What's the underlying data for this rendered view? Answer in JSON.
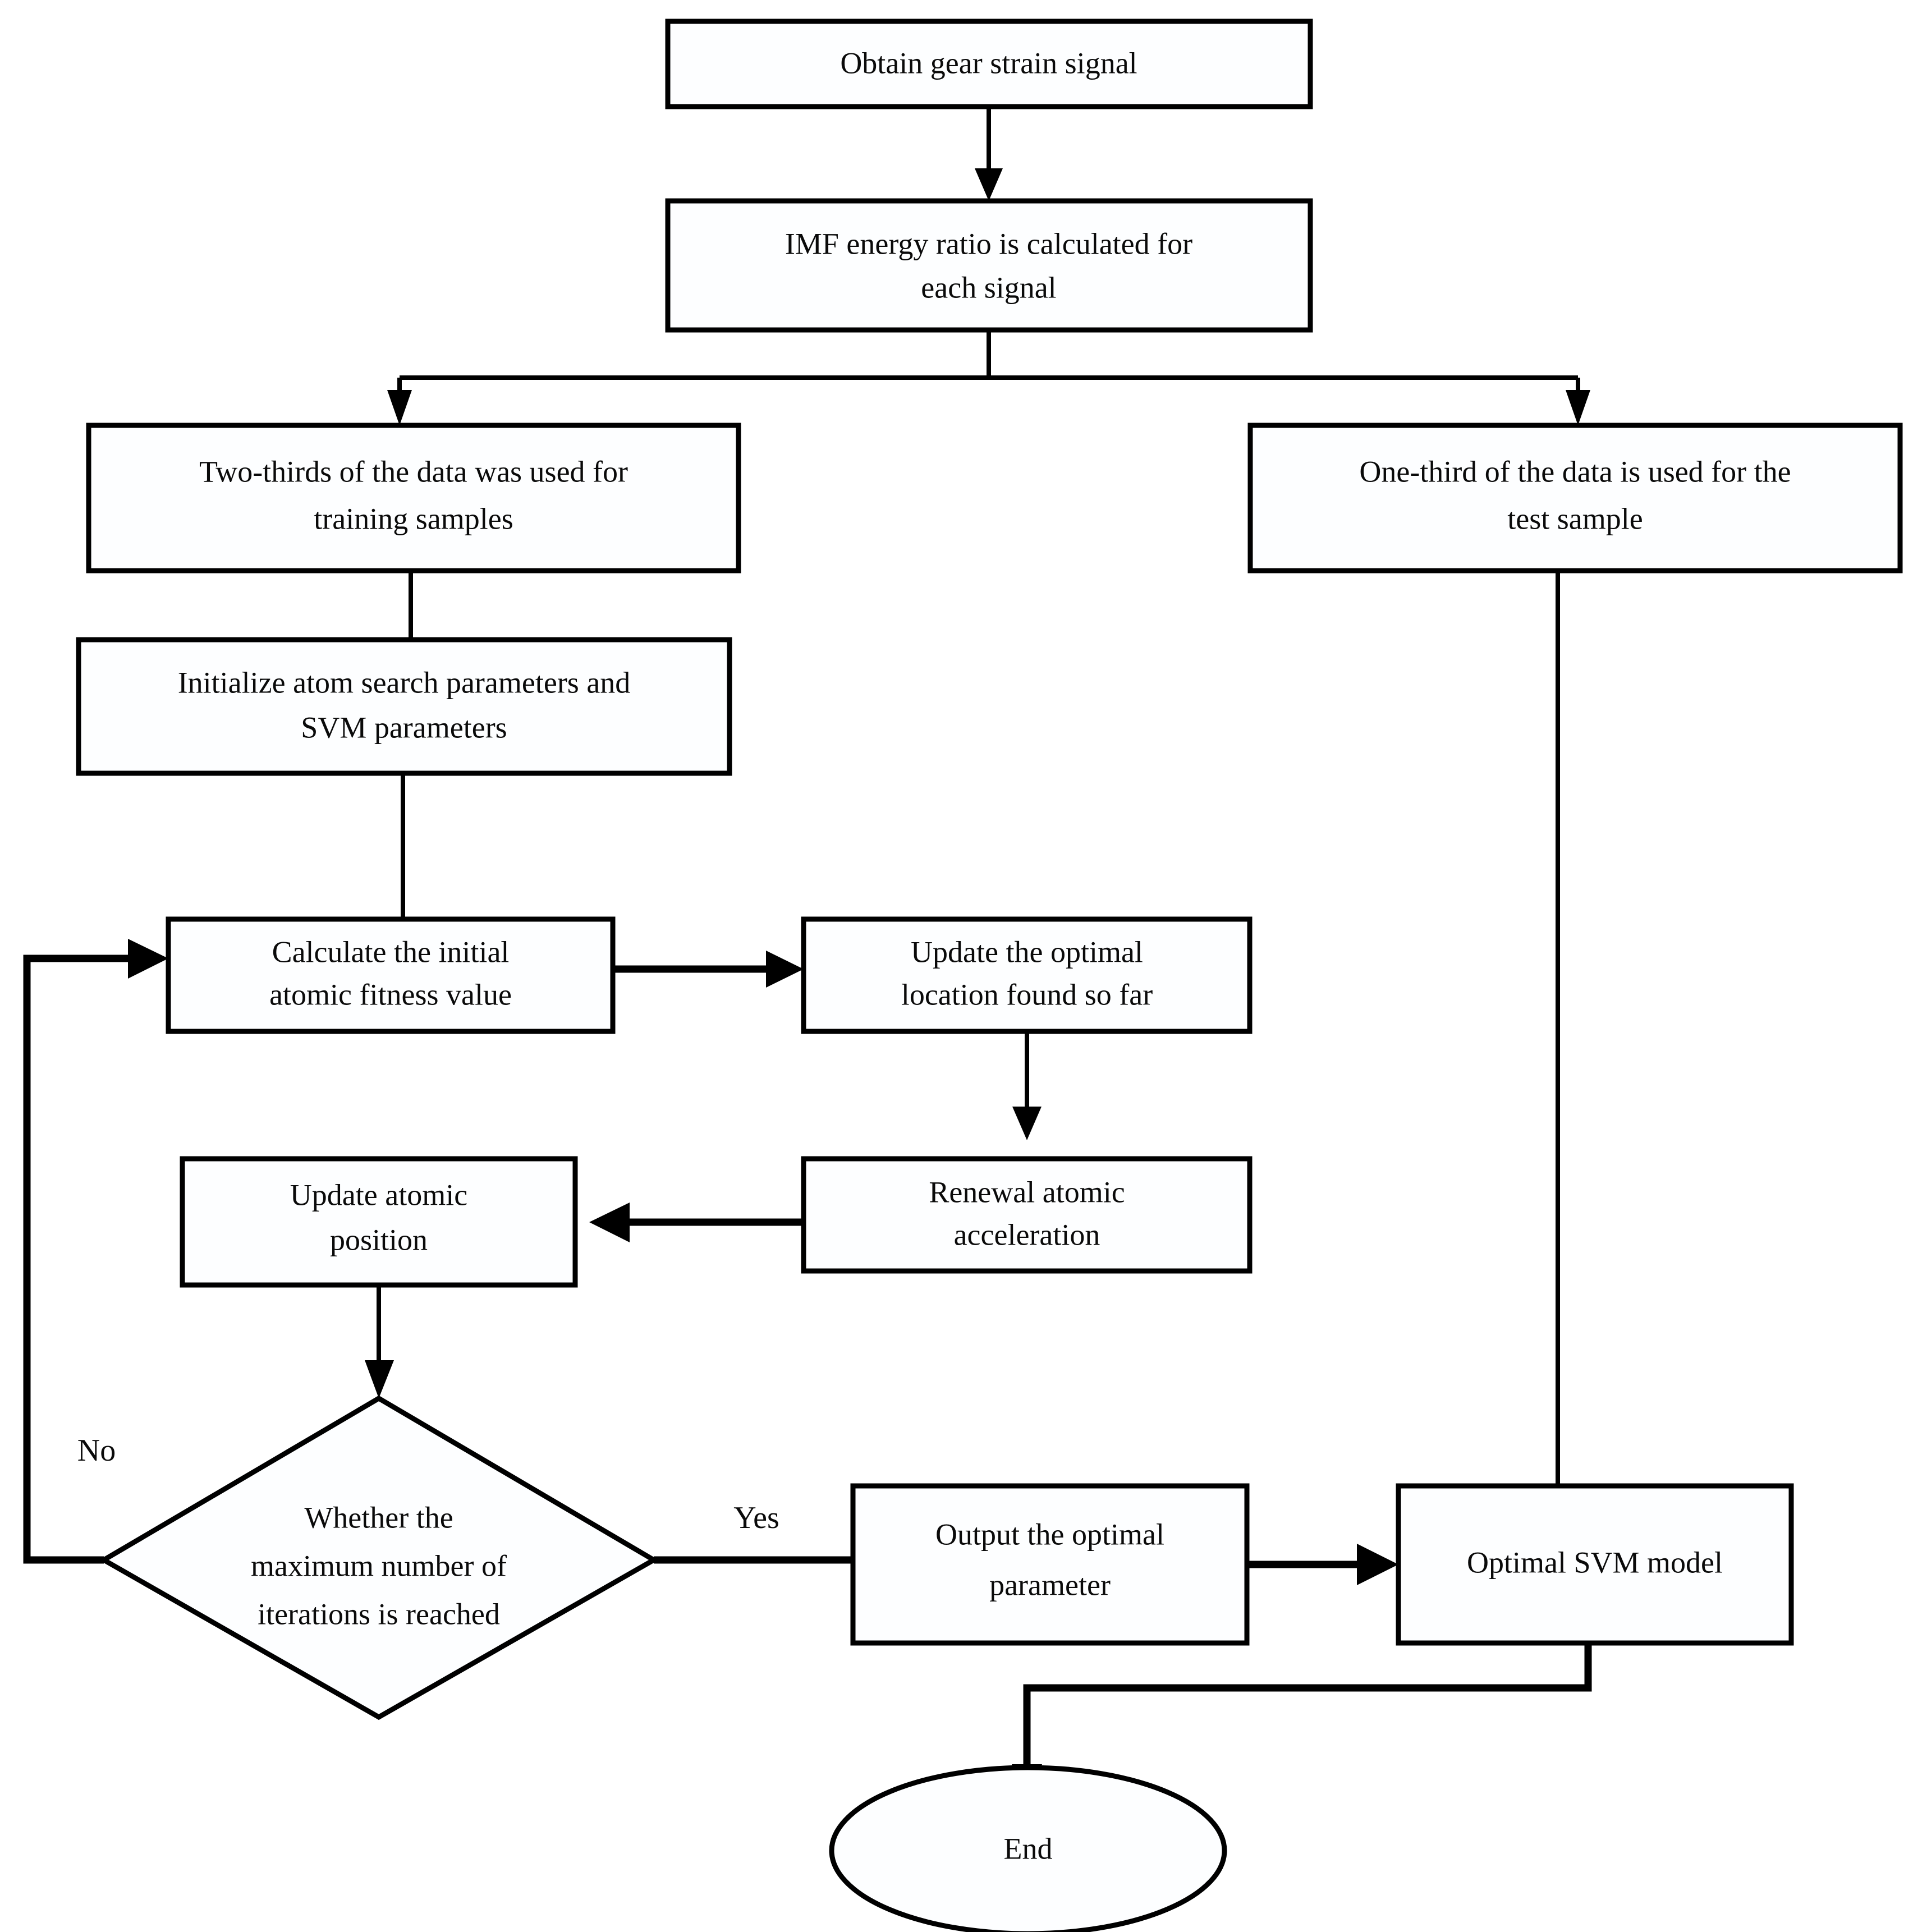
{
  "diagram": {
    "type": "flowchart",
    "title": "Atom search optimization SVM gear fault diagnosis flowchart",
    "colors": {
      "node_fill": "#fdfeff",
      "node_stroke": "#000000",
      "background": "#ffffff",
      "text": "#0a0a0a"
    },
    "nodes": [
      {
        "id": "obtain-signal",
        "shape": "rectangle",
        "lines": [
          "Obtain gear strain signal"
        ]
      },
      {
        "id": "imf-energy-ratio",
        "shape": "rectangle",
        "lines": [
          "IMF energy ratio is calculated for",
          "each signal"
        ]
      },
      {
        "id": "training-samples",
        "shape": "rectangle",
        "lines": [
          "Two-thirds of the data was used for",
          "training samples"
        ]
      },
      {
        "id": "test-sample",
        "shape": "rectangle",
        "lines": [
          "One-third of the data is used for the",
          "test sample"
        ]
      },
      {
        "id": "initialize-params",
        "shape": "rectangle",
        "lines": [
          "Initialize atom search parameters and",
          "SVM parameters"
        ]
      },
      {
        "id": "initial-fitness",
        "shape": "rectangle",
        "lines": [
          "Calculate the initial",
          "atomic fitness value"
        ]
      },
      {
        "id": "update-optimal-location",
        "shape": "rectangle",
        "lines": [
          "Update the optimal",
          "location found so far"
        ]
      },
      {
        "id": "renewal-acceleration",
        "shape": "rectangle",
        "lines": [
          "Renewal atomic",
          "acceleration"
        ]
      },
      {
        "id": "update-position",
        "shape": "rectangle",
        "lines": [
          "Update atomic",
          "position"
        ]
      },
      {
        "id": "max-iterations-decision",
        "shape": "diamond",
        "lines": [
          "Whether the",
          "maximum number of",
          "iterations is reached"
        ]
      },
      {
        "id": "output-optimal-parameter",
        "shape": "rectangle",
        "lines": [
          "Output the optimal",
          "parameter"
        ]
      },
      {
        "id": "optimal-svm-model",
        "shape": "rectangle",
        "lines": [
          "Optimal SVM model"
        ]
      },
      {
        "id": "end",
        "shape": "ellipse",
        "lines": [
          "End"
        ]
      }
    ],
    "edge_labels": {
      "no": "No",
      "yes": "Yes"
    },
    "edges": [
      {
        "from": "obtain-signal",
        "to": "imf-energy-ratio",
        "label": ""
      },
      {
        "from": "imf-energy-ratio",
        "to": "training-samples",
        "label": ""
      },
      {
        "from": "imf-energy-ratio",
        "to": "test-sample",
        "label": ""
      },
      {
        "from": "training-samples",
        "to": "initialize-params",
        "label": ""
      },
      {
        "from": "initialize-params",
        "to": "initial-fitness",
        "label": ""
      },
      {
        "from": "initial-fitness",
        "to": "update-optimal-location",
        "label": ""
      },
      {
        "from": "update-optimal-location",
        "to": "renewal-acceleration",
        "label": ""
      },
      {
        "from": "renewal-acceleration",
        "to": "update-position",
        "label": ""
      },
      {
        "from": "update-position",
        "to": "max-iterations-decision",
        "label": ""
      },
      {
        "from": "max-iterations-decision",
        "to": "initial-fitness",
        "label": "No"
      },
      {
        "from": "max-iterations-decision",
        "to": "output-optimal-parameter",
        "label": "Yes"
      },
      {
        "from": "output-optimal-parameter",
        "to": "optimal-svm-model",
        "label": ""
      },
      {
        "from": "test-sample",
        "to": "optimal-svm-model",
        "label": ""
      },
      {
        "from": "optimal-svm-model",
        "to": "end",
        "label": ""
      }
    ]
  }
}
